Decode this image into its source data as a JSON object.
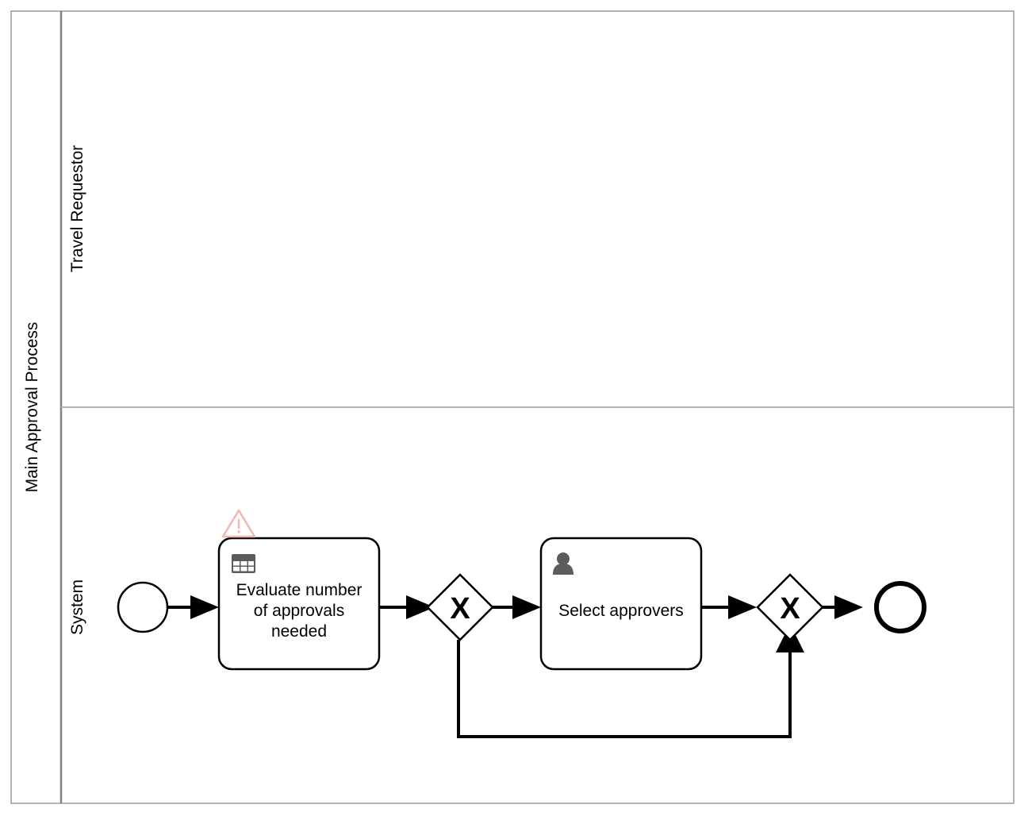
{
  "diagram": {
    "type": "bpmn-process-diagram",
    "pool": {
      "name": "Main Approval Process",
      "lanes": [
        {
          "id": "lane-travel-requestor",
          "name": "Travel Requestor"
        },
        {
          "id": "lane-system",
          "name": "System"
        }
      ]
    },
    "elements": [
      {
        "id": "start-event",
        "kind": "start-event",
        "lane": "lane-system",
        "label": ""
      },
      {
        "id": "task-evaluate-approvals",
        "kind": "business-rule-task",
        "lane": "lane-system",
        "label": "Evaluate number of approvals needed",
        "label_lines": [
          "Evaluate number",
          "of approvals",
          "needed"
        ],
        "icon": "business-rule-table-icon",
        "marker": "warning-triangle-icon",
        "marker_color": "#f5b5b0"
      },
      {
        "id": "gateway-1",
        "kind": "exclusive-gateway",
        "lane": "lane-system",
        "symbol": "X",
        "label": ""
      },
      {
        "id": "task-select-approvers",
        "kind": "user-task",
        "lane": "lane-system",
        "label": "Select approvers",
        "label_lines": [
          "Select approvers"
        ],
        "icon": "user-person-icon"
      },
      {
        "id": "gateway-2",
        "kind": "exclusive-gateway",
        "lane": "lane-system",
        "symbol": "X",
        "label": ""
      },
      {
        "id": "end-event",
        "kind": "end-event",
        "lane": "lane-system",
        "label": ""
      }
    ],
    "flows": [
      {
        "id": "flow-1",
        "from": "start-event",
        "to": "task-evaluate-approvals",
        "label": ""
      },
      {
        "id": "flow-2",
        "from": "task-evaluate-approvals",
        "to": "gateway-1",
        "label": ""
      },
      {
        "id": "flow-3",
        "from": "gateway-1",
        "to": "task-select-approvers",
        "label": ""
      },
      {
        "id": "flow-4",
        "from": "task-select-approvers",
        "to": "gateway-2",
        "label": ""
      },
      {
        "id": "flow-5",
        "from": "gateway-2",
        "to": "end-event",
        "label": ""
      },
      {
        "id": "flow-6",
        "from": "gateway-1",
        "to": "gateway-2",
        "label": "",
        "routing": "loop-below"
      }
    ],
    "colors": {
      "pool_border": "#b3b3b3",
      "lane_separator": "#b3b3b3",
      "name_column_separator": "#808080",
      "shape_stroke": "#000000",
      "shape_fill": "#ffffff",
      "icon_grey": "#5c5c5c",
      "warning": "#f5b5b0"
    }
  }
}
